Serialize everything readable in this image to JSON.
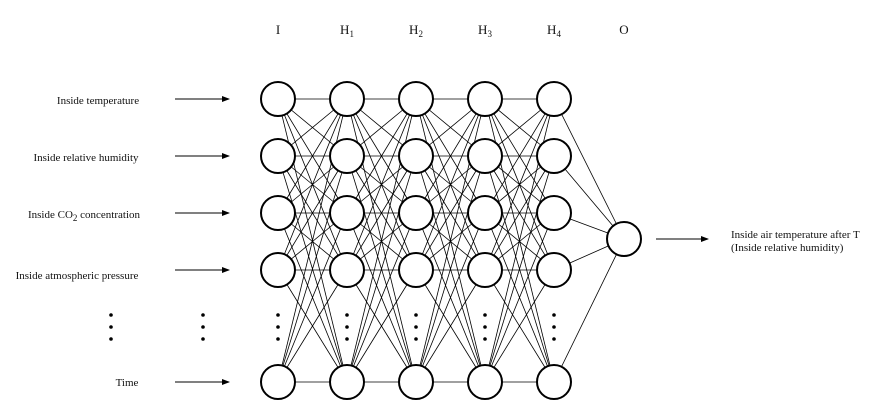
{
  "layers": [
    {
      "id": "I",
      "label": "I",
      "sub": ""
    },
    {
      "id": "H1",
      "label": "H",
      "sub": "1"
    },
    {
      "id": "H2",
      "label": "H",
      "sub": "2"
    },
    {
      "id": "H3",
      "label": "H",
      "sub": "3"
    },
    {
      "id": "H4",
      "label": "H",
      "sub": "4"
    },
    {
      "id": "O",
      "label": "O",
      "sub": ""
    }
  ],
  "inputs": [
    {
      "text": "Inside temperature"
    },
    {
      "text": "Inside relative humidity"
    },
    {
      "pre": "Inside CO",
      "sub": "2",
      "post": " concentration"
    },
    {
      "text": "Inside atmospheric pressure"
    },
    {
      "text": "Time"
    }
  ],
  "output": {
    "line1": "Inside air temperature after T",
    "line2": "(Inside relative humidity)"
  },
  "colors": {
    "stroke": "#000000",
    "background": "#ffffff"
  }
}
